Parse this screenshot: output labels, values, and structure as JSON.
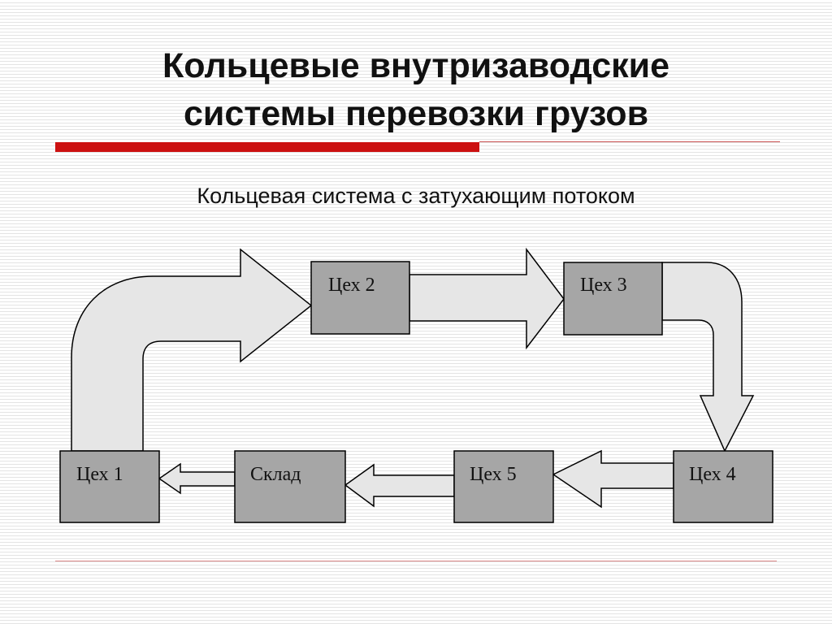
{
  "slide": {
    "title_lines": [
      "Кольцевые внутризаводские",
      "системы перевозки грузов"
    ],
    "subtitle": "Кольцевая система с затухающим потоком"
  },
  "diagram": {
    "nodes": {
      "shop1": "Цех 1",
      "shop2": "Цех 2",
      "shop3": "Цех 3",
      "shop4": "Цех 4",
      "shop5": "Цех 5",
      "warehouse": "Склад"
    },
    "flow_order": [
      "Цех 1",
      "Цех 2",
      "Цех 3",
      "Цех 4",
      "Цех 5",
      "Склад",
      "Цех 1"
    ],
    "colors": {
      "node_fill": "#a6a6a6",
      "arrow_fill": "#e6e6e6",
      "outline": "#000000",
      "accent_red": "#cc1111"
    }
  }
}
